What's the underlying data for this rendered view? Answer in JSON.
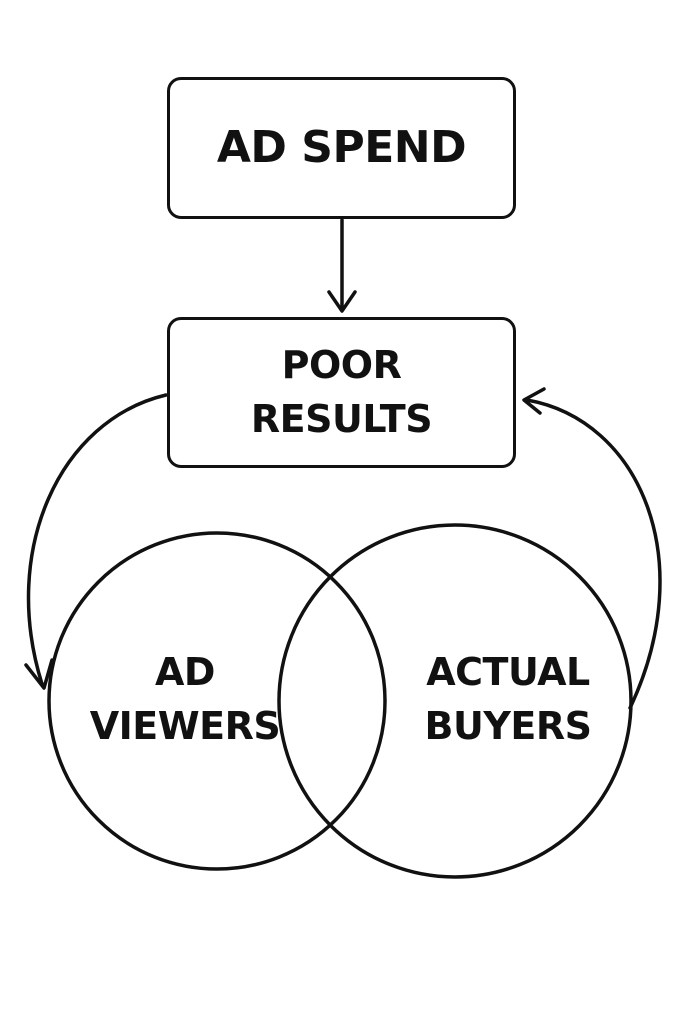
{
  "nodes": {
    "ad_spend": "AD SPEND",
    "poor_results": "POOR\nRESULTS"
  },
  "venn": {
    "left_set": "AD\nVIEWERS",
    "right_set": "ACTUAL\nBUYERS"
  },
  "colors": {
    "ink": "#111111",
    "background": "#ffffff"
  }
}
